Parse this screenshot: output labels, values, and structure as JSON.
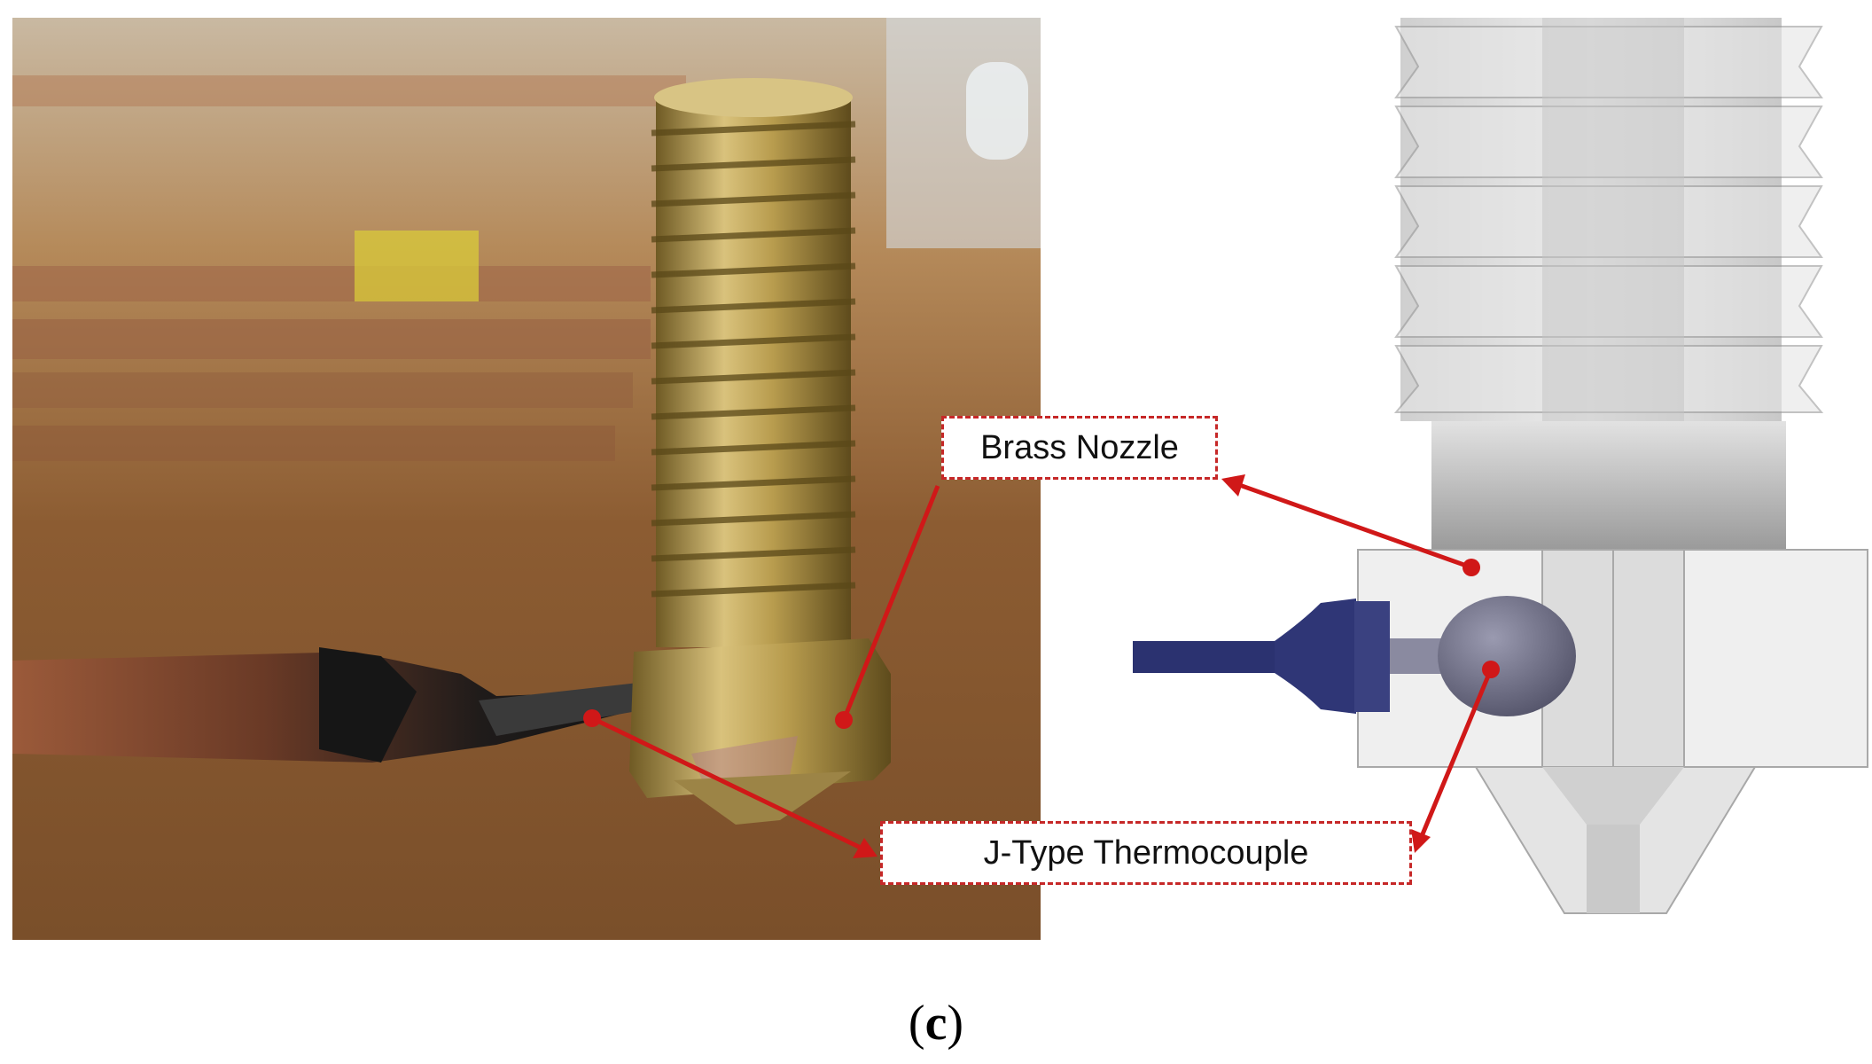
{
  "figure": {
    "callouts": {
      "brass_nozzle": "Brass Nozzle",
      "j_type_thermocouple": "J-Type Thermocouple"
    },
    "caption": {
      "open": "(",
      "letter": "c",
      "close": ")"
    }
  },
  "colors": {
    "annotation_red": "#d01818",
    "callout_border": "#c62828",
    "brass": "#b9a15a",
    "cad_gray": "#d9d9d9",
    "thermocouple_navy": "#2b3270"
  }
}
